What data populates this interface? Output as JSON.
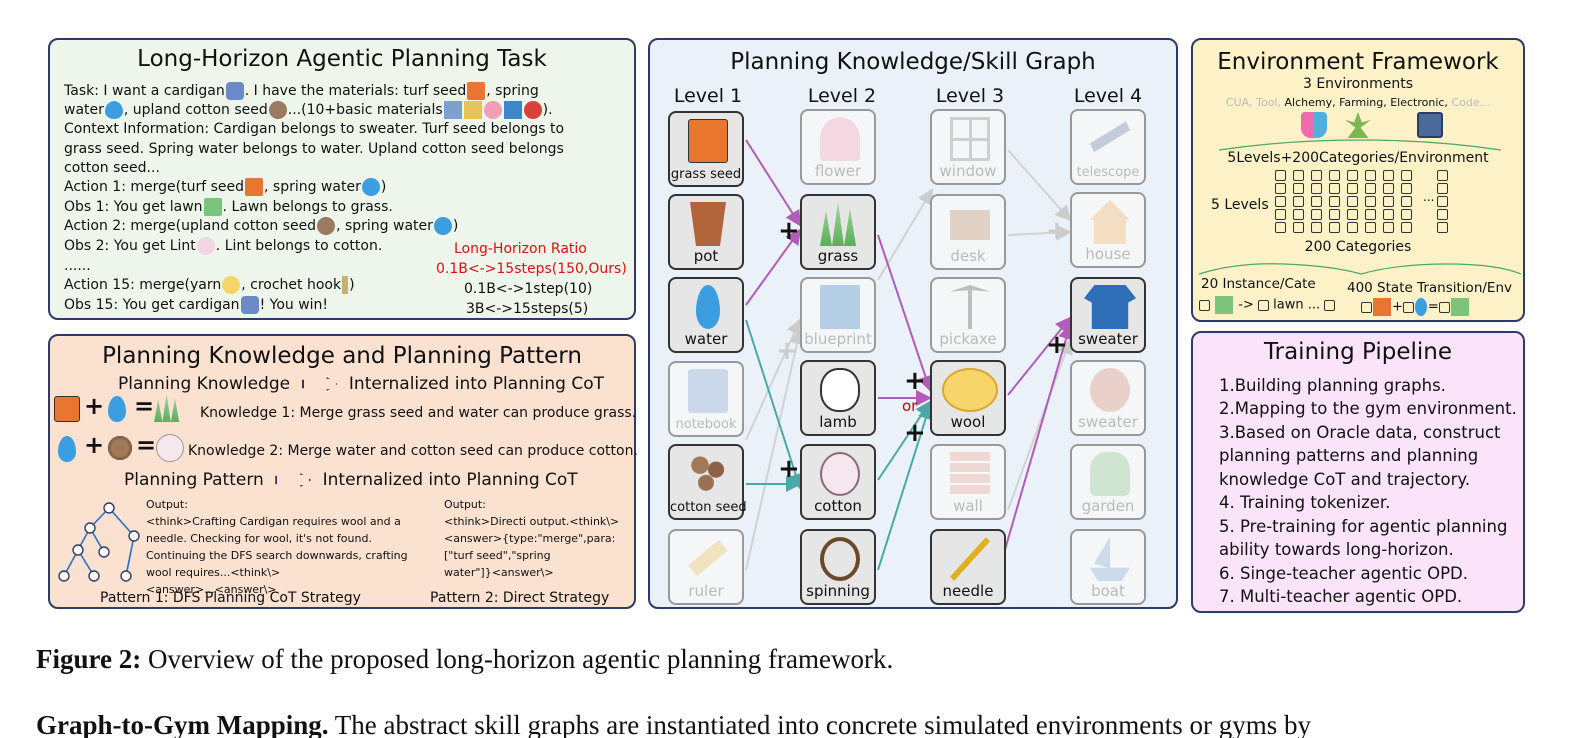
{
  "panel_task": {
    "title": "Long-Horizon Agentic Planning Task",
    "lines": [
      "Task: I want a cardigan",
      ". I have the materials: turf seed",
      ", spring",
      "water",
      ", upland cotton seed",
      "...(10+basic materials",
      ").",
      "Context Information: Cardigan belongs to sweater. Turf seed belongs to",
      "grass seed. Spring water belongs to water. Upland cotton seed belongs",
      "cotton seed...",
      "Action 1: merge(turf seed",
      ", spring water",
      ")",
      "Obs 1: You get lawn",
      ". Lawn belongs to grass.",
      "Action 2: merge(upland cotton seed",
      ", spring water",
      ")",
      "Obs 2: You get Lint",
      ". Lint belongs to cotton.",
      "......",
      "Action 15: merge(yarn",
      ", crochet hook",
      ")",
      "Obs 15: You get cardigan",
      "! You win!"
    ],
    "ratio_title": "Long-Horizon Ratio",
    "ratio_ours": "0.1B<->15steps(150,Ours)",
    "ratio_a": "0.1B<->1step(10)",
    "ratio_b": "3B<->15steps(5)"
  },
  "panel_knowledge": {
    "title": "Planning Knowledge and Planning Pattern",
    "pk_label": "Planning Knowledge",
    "internalized": "Internalized into Planning CoT",
    "k1": "Knowledge 1: Merge grass seed and water can produce grass.",
    "k2": "Knowledge 2: Merge water and cotton seed can produce cotton.",
    "pp_label": "Planning Pattern",
    "output_label": "Output:",
    "out1": [
      "<think>Crafting Cardigan requires wool and a",
      "needle. Checking for wool, it's not found.",
      "Continuing the DFS search downwards, crafting",
      "wool requires...<think\\>",
      "<answer>...<answer\\>"
    ],
    "out2": [
      "<think>Directi output.<think\\>",
      "<answer>{type:\"merge\",para:",
      "[\"turf seed\",\"spring",
      "water\"]}<answer\\>"
    ],
    "pattern1": "Pattern 1: DFS Planning CoT Strategy",
    "pattern2": "Pattern 2: Direct Strategy"
  },
  "panel_graph": {
    "title": "Planning Knowledge/Skill Graph",
    "levels": [
      "Level 1",
      "Level 2",
      "Level 3",
      "Level 4"
    ],
    "nodes": {
      "grass_seed": "grass seed",
      "pot": "pot",
      "water": "water",
      "notebook": "notebook",
      "cotton_seed": "cotton seed",
      "ruler": "ruler",
      "flower": "flower",
      "grass": "grass",
      "blueprint": "blueprint",
      "lamb": "lamb",
      "cotton": "cotton",
      "spinning": "spinning",
      "window": "window",
      "desk": "desk",
      "pickaxe": "pickaxe",
      "wool": "wool",
      "wall": "wall",
      "needle": "needle",
      "telescope": "telescope",
      "house": "house",
      "sweater": "sweater",
      "sweater2": "sweater",
      "garden": "garden",
      "boat": "boat"
    },
    "or_label": "or",
    "plus": "+"
  },
  "panel_env": {
    "title": "Environment Framework",
    "env_count": "3 Environments",
    "env_dim1": "CUA, Tool,",
    "env_main": "Alchemy, Farming, Electronic,",
    "env_dim2": "Code...",
    "levels_cats": "5Levels+200Categories/Environment",
    "five_levels": "5 Levels",
    "ellipsis": "...",
    "categories": "200 Categories",
    "instance": "20 Instance/Cate",
    "lawn": "lawn",
    "dots": "...",
    "transition": "400 State Transition/Env"
  },
  "panel_training": {
    "title": "Training Pipeline",
    "steps": [
      "1.Building planning graphs.",
      "2.Mapping to the gym environment.",
      "3.Based on Oracle data, construct",
      "planning patterns and planning",
      "knowledge CoT and trajectory.",
      "4. Training tokenizer.",
      "5. Pre-training for agentic planning",
      "ability towards long-horizon.",
      "6. Singe-teacher agentic OPD.",
      "7. Multi-teacher agentic OPD."
    ]
  },
  "caption": {
    "label": "Figure 2:",
    "text": " Overview of the proposed long-horizon agentic planning framework."
  },
  "body_text": {
    "label": "Graph-to-Gym Mapping.",
    "text": " The abstract skill graphs are instantiated into concrete simulated environments or gyms by"
  },
  "colors": {
    "task_bg": "#eef5ea",
    "knowledge_bg": "#fbe1d0",
    "graph_bg": "#eaf1f8",
    "env_bg": "#fdf1c8",
    "train_bg": "#fbe3f9",
    "border": "#2f3b66",
    "purple": "#b25bb8",
    "teal": "#4aa8a6",
    "red": "#d11111"
  }
}
